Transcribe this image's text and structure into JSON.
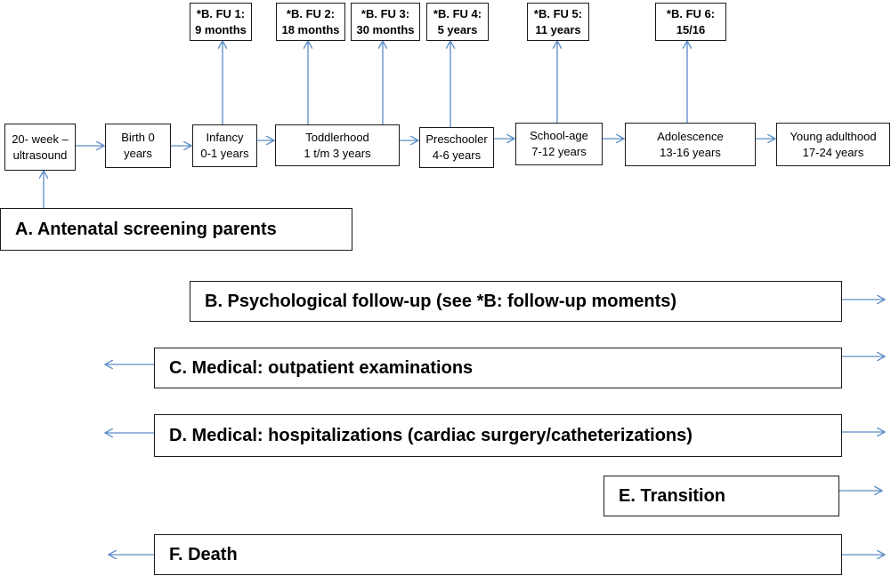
{
  "stages": [
    {
      "line1": "20- week –",
      "line2": "ultrasound"
    },
    {
      "line1": "Birth 0",
      "line2": "years"
    },
    {
      "line1": "Infancy",
      "line2": "0-1 years"
    },
    {
      "line1": "Toddlerhood",
      "line2": "1 t/m 3 years"
    },
    {
      "line1": "Preschooler",
      "line2": "4-6 years"
    },
    {
      "line1": "School-age",
      "line2": "7-12 years"
    },
    {
      "line1": "Adolescence",
      "line2": "13-16 years"
    },
    {
      "line1": "Young adulthood",
      "line2": "17-24 years"
    }
  ],
  "followups": [
    {
      "line1": "*B. FU 1:",
      "line2": "9 months"
    },
    {
      "line1": "*B. FU 2:",
      "line2": "18 months"
    },
    {
      "line1": "*B. FU 3:",
      "line2": "30 months"
    },
    {
      "line1": "*B. FU 4:",
      "line2": "5 years"
    },
    {
      "line1": "*B. FU 5:",
      "line2": "11 years"
    },
    {
      "line1": "*B. FU 6:",
      "line2": "15/16"
    }
  ],
  "bands": {
    "a": "A. Antenatal screening parents",
    "b": "B. Psychological follow-up (see *B: follow-up moments)",
    "c": "C. Medical: outpatient examinations",
    "d": "D. Medical: hospitalizations (cardiac surgery/catheterizations)",
    "e": "E. Transition",
    "f": "F. Death"
  },
  "colors": {
    "arrow": "#5b8cc8",
    "border": "#1a1a1a"
  }
}
